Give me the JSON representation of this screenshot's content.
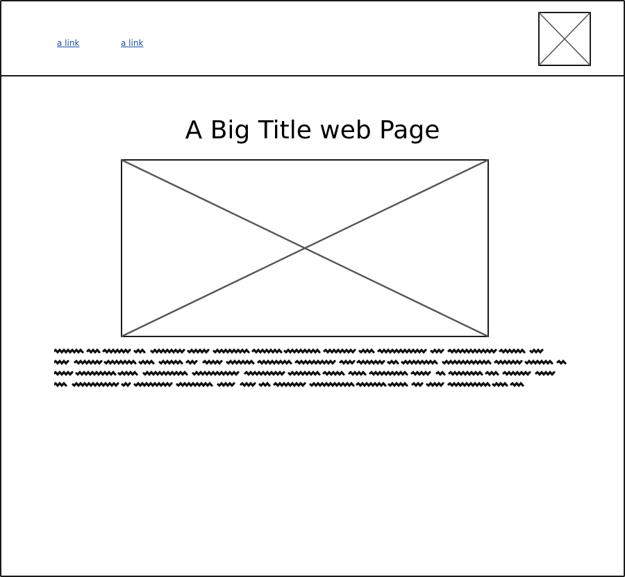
{
  "header": {
    "nav_links": [
      "a link",
      "a link"
    ]
  },
  "main": {
    "title": "A Big Title web Page"
  },
  "icons": {
    "logo": "image-placeholder-icon",
    "hero": "image-placeholder-icon"
  },
  "colors": {
    "ink": "#1a1a1a",
    "link": "#1e4fa0",
    "placeholder_stroke": "#555555"
  }
}
